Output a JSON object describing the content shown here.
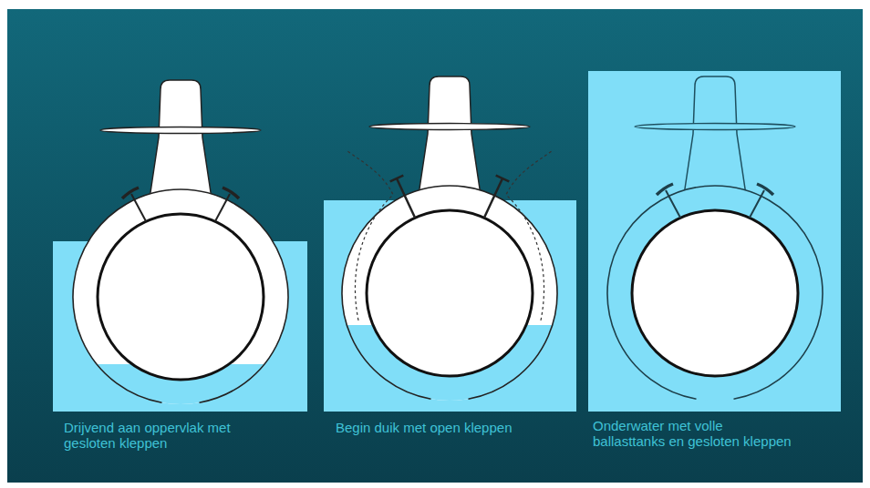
{
  "diagram": {
    "labels": [
      "Drijvend aan oppervlak met gesloten kleppen",
      "Begin duik met open kleppen",
      "Onderwater met volle ballasttanks en gesloten kleppen"
    ]
  }
}
